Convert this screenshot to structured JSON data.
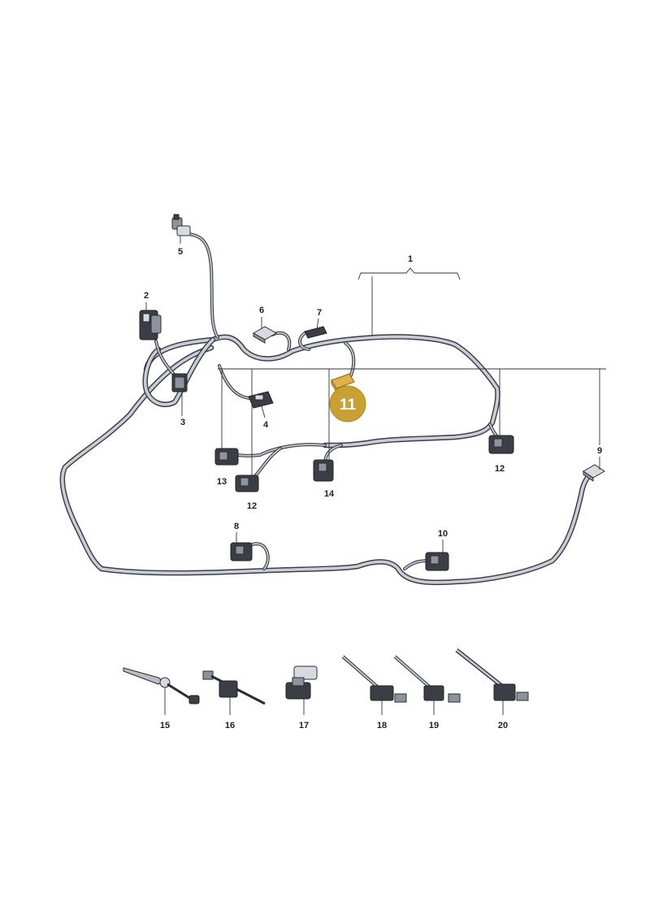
{
  "diagram": {
    "callouts": [
      {
        "id": "c1",
        "text": "1"
      },
      {
        "id": "c2",
        "text": "2"
      },
      {
        "id": "c3",
        "text": "3"
      },
      {
        "id": "c4",
        "text": "4"
      },
      {
        "id": "c5",
        "text": "5"
      },
      {
        "id": "c6",
        "text": "6"
      },
      {
        "id": "c7",
        "text": "7"
      },
      {
        "id": "c8",
        "text": "8"
      },
      {
        "id": "c9",
        "text": "9"
      },
      {
        "id": "c10",
        "text": "10"
      },
      {
        "id": "c12a",
        "text": "12"
      },
      {
        "id": "c12b",
        "text": "12"
      },
      {
        "id": "c13",
        "text": "13"
      },
      {
        "id": "c14",
        "text": "14"
      },
      {
        "id": "c15",
        "text": "15"
      },
      {
        "id": "c16",
        "text": "16"
      },
      {
        "id": "c17",
        "text": "17"
      },
      {
        "id": "c18",
        "text": "18"
      },
      {
        "id": "c19",
        "text": "19"
      },
      {
        "id": "c20",
        "text": "20"
      }
    ],
    "highlight": {
      "text": "11",
      "color": "#c9a033"
    },
    "colors": {
      "harness_outline": "#3a3e44",
      "harness_fill": "#c9ced6",
      "connector_dark": "#3b3f45",
      "highlight_part": "#e1b248"
    }
  }
}
